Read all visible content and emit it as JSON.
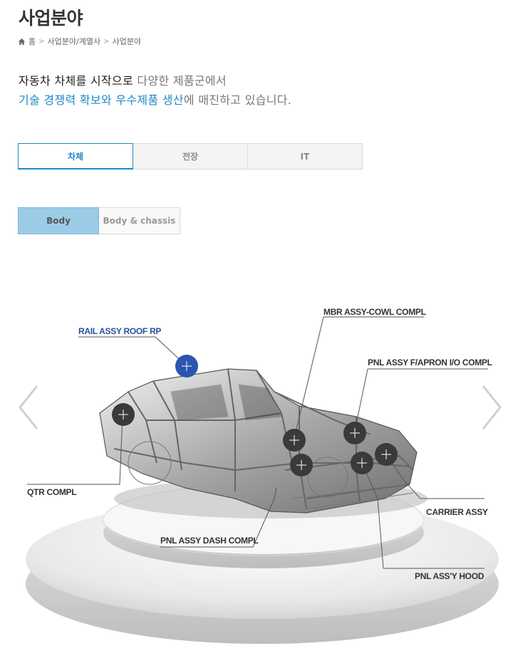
{
  "header": {
    "title": "사업분야"
  },
  "breadcrumb": {
    "items": [
      "홈",
      "사업분야/계열사",
      "사업분야"
    ]
  },
  "intro": {
    "line1_part1": "자동차 차체를 시작으로",
    "line1_part2": "다양한 제품군에서",
    "line2_part1": "기술 경쟁력 확보와 우수제품 생산",
    "line2_part2": "에 매진하고 있습니다."
  },
  "tabs": [
    {
      "label": "차체",
      "active": true
    },
    {
      "label": "전장",
      "active": false
    },
    {
      "label": "IT",
      "active": false
    }
  ],
  "subtabs": [
    {
      "label": "Body",
      "active": true
    },
    {
      "label": "Body & chassis",
      "active": false
    }
  ],
  "parts": [
    {
      "label": "RAIL ASSY ROOF RP",
      "active": true
    },
    {
      "label": "MBR ASSY-COWL COMPL",
      "active": false
    },
    {
      "label": "PNL ASSY F/APRON I/O COMPL",
      "active": false
    },
    {
      "label": "QTR COMPL",
      "active": false
    },
    {
      "label": "CARRIER ASSY",
      "active": false
    },
    {
      "label": "PNL ASSY DASH COMPL",
      "active": false
    },
    {
      "label": "PNL ASS'Y HOOD",
      "active": false
    }
  ],
  "colors": {
    "accent": "#1e88c7",
    "active_marker": "#2a55b0",
    "marker": "#3a3a3a",
    "subtab_active": "#9ccbe6"
  },
  "icons": [
    "home-icon",
    "chevron-left-icon",
    "chevron-right-icon",
    "plus-icon"
  ]
}
